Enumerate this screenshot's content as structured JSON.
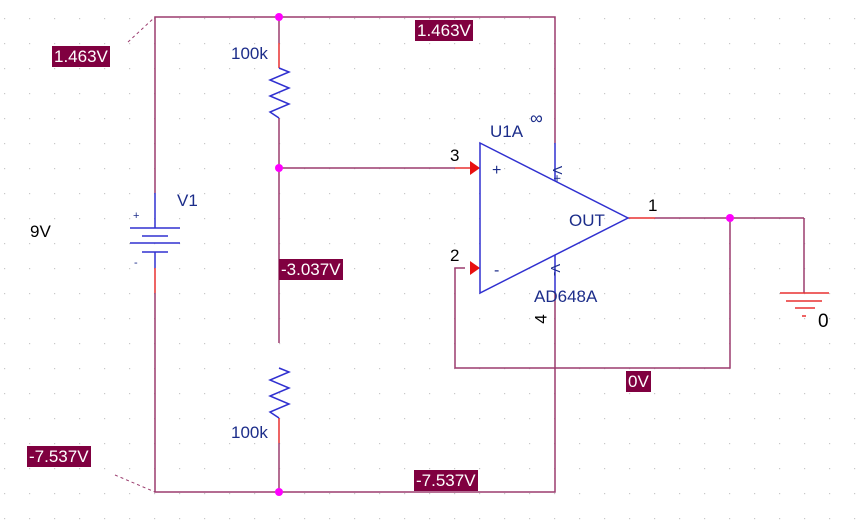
{
  "colors": {
    "wire": "#9b3c6e",
    "component": "#3030d0",
    "pin": "#e02020",
    "junction": "#ff00ff",
    "probe_bg": "#800040",
    "probe_text": "#ffffff",
    "grid_dot": "#c8c8c8"
  },
  "components": {
    "source": {
      "ref": "V1",
      "value": "9V",
      "plus": "+",
      "minus": "-"
    },
    "r_top": {
      "value": "100k"
    },
    "r_bottom": {
      "value": "100k"
    },
    "opamp": {
      "ref": "U1A",
      "part": "AD648A",
      "rail_symbol": "∞",
      "out_label": "OUT",
      "in_plus": "+",
      "in_minus": "-",
      "vplus_label": "V+",
      "vminus_label": "V-",
      "pins": {
        "noninv": "3",
        "inv": "2",
        "out": "1",
        "vminus": "4"
      }
    },
    "ground": {
      "net": "0"
    }
  },
  "probes": {
    "v1_top": "1.463V",
    "top_rail": "1.463V",
    "mid_node": "-3.037V",
    "output": "0V",
    "v1_bottom": "-7.537V",
    "bottom_rail": "-7.537V"
  }
}
